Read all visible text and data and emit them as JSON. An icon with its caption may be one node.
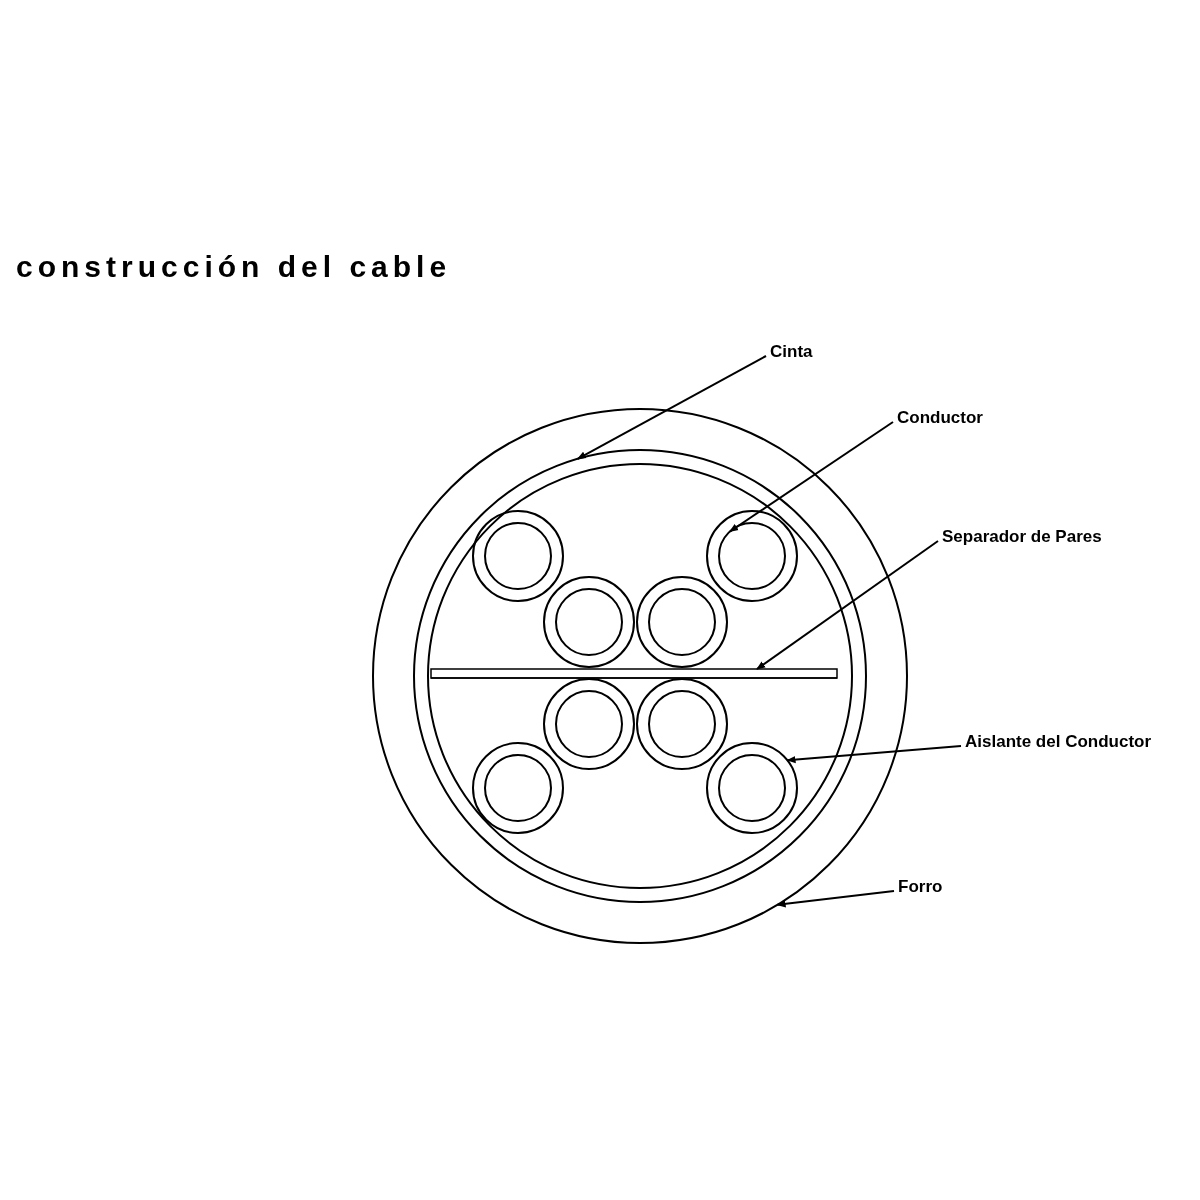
{
  "diagram": {
    "title": "construcción del cable",
    "nodes": [
      {
        "text": [
          "Cinta"
        ]
      },
      {
        "text": [],
        "shape": "circle",
        "in": 9
      },
      {
        "text": [
          "Conductor"
        ]
      },
      {
        "text": [],
        "shape": "circle",
        "in": 1
      },
      {
        "text": [
          "Separador de Pares"
        ]
      },
      {
        "text": [],
        "shape": "bar",
        "in": 1
      },
      {
        "text": [
          "Aislante del Conductor"
        ]
      },
      {
        "text": [],
        "shape": "circle",
        "in": 1
      },
      {
        "text": [
          "Forro"
        ]
      },
      {
        "text": [],
        "shape": "circle"
      }
    ],
    "edges": [
      {
        "from": 0,
        "to": 1,
        "arrow": "to"
      },
      {
        "from": 2,
        "to": 3,
        "arrow": "to"
      },
      {
        "from": 4,
        "to": 5,
        "arrow": "to"
      },
      {
        "from": 6,
        "to": 7,
        "arrow": "to"
      },
      {
        "from": 8,
        "to": 9,
        "arrow": "to"
      }
    ]
  }
}
